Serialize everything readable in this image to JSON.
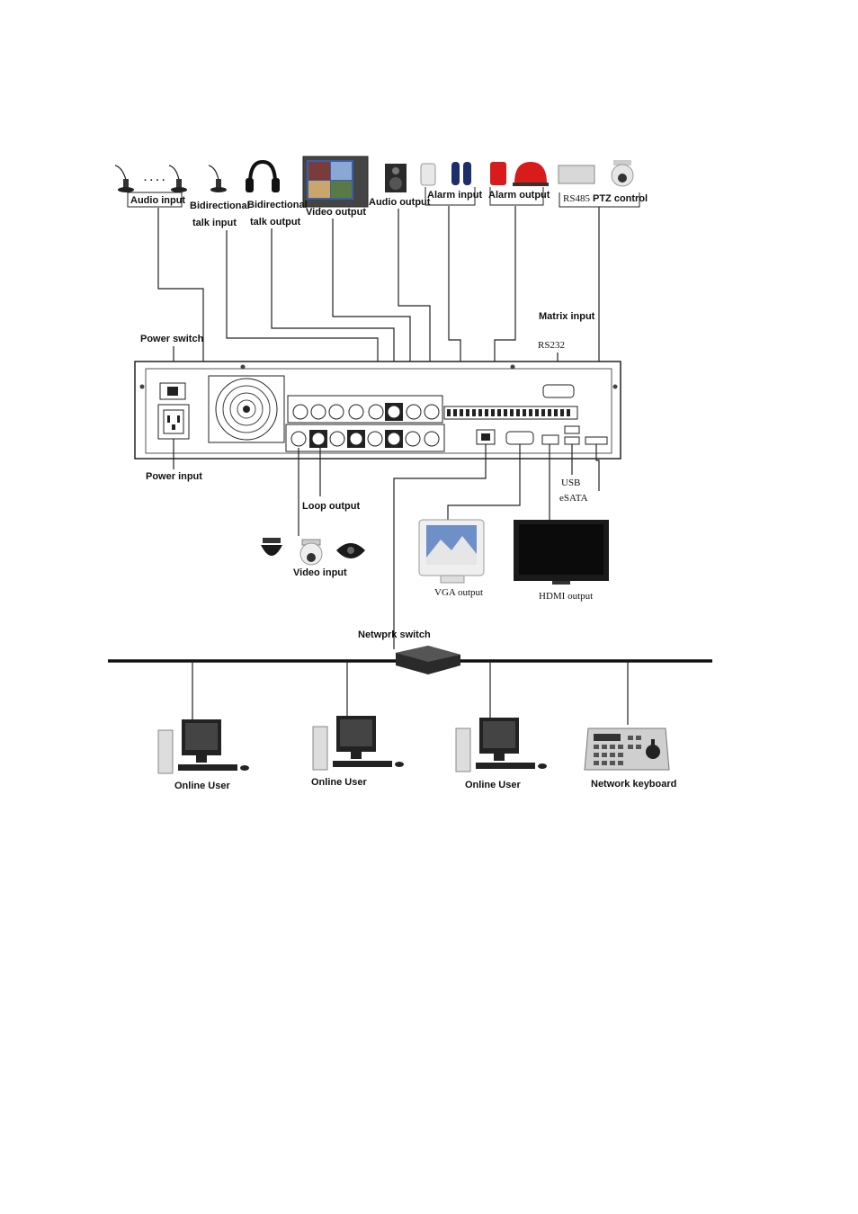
{
  "labels": {
    "audio_input": "Audio input",
    "bidir_talk_input_1": "Bidirectional",
    "bidir_talk_input_2": "talk input",
    "bidir_talk_output_1": "Bidirectional",
    "bidir_talk_output_2": "talk output",
    "video_output": "Video output",
    "audio_output": "Audio output",
    "alarm_input": "Alarm input",
    "alarm_output": "Alarm output",
    "rs485": "RS485",
    "ptz_control": "PTZ control",
    "matrix_input": "Matrix input",
    "rs232": "RS232",
    "power_switch": "Power switch",
    "power_input": "Power input",
    "loop_output": "Loop output",
    "video_input": "Video input",
    "usb": "USB",
    "esata": "eSATA",
    "vga_output": "VGA output",
    "hdmi_output": "HDMI output",
    "network_switch": "Netwprk switch",
    "online_user_1": "Online User",
    "online_user_2": "Online User",
    "online_user_3": "Online User",
    "network_keyboard": "Network keyboard"
  },
  "icons": {
    "microphone": "microphone-icon",
    "headphones": "headphones-icon",
    "monitor": "crt-monitor-icon",
    "speaker": "speaker-icon",
    "alarm_sensor": "alarm-sensor-icon",
    "siren": "siren-icon",
    "ptz_camera": "ptz-camera-icon",
    "dome_camera": "dome-camera-icon",
    "lcd_tv": "lcd-tv-icon",
    "network_switch": "network-switch-icon",
    "pc": "pc-workstation-icon",
    "keyboard": "ptz-keyboard-icon"
  },
  "colors": {
    "line": "#222222",
    "device_gray": "#cfcfcf",
    "dark": "#1a1a1a",
    "alarm_red": "#d81b1b",
    "screen_blue": "#3a5fa8"
  }
}
